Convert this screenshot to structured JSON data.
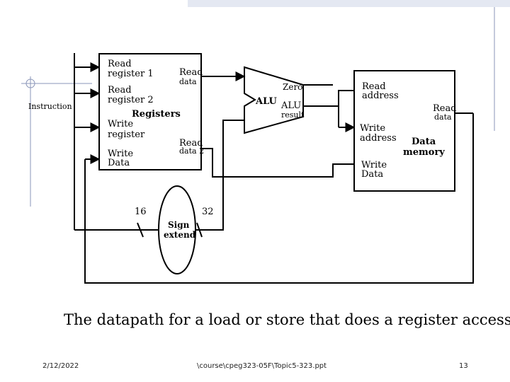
{
  "instruction_label": "Instruction",
  "registers": {
    "title": "Registers",
    "read_register_1": [
      "Read",
      "register 1"
    ],
    "read_register_2": [
      "Read",
      "register 2"
    ],
    "write_register": [
      "Write",
      "register"
    ],
    "write_data": [
      "Write",
      "Data"
    ],
    "read_data_1": [
      "Read",
      "data"
    ],
    "read_data_2": [
      "Read",
      "data 2"
    ]
  },
  "alu": {
    "name": "ALU",
    "zero": "Zero",
    "result": [
      "ALU",
      "result"
    ]
  },
  "data_memory": {
    "title": [
      "Data",
      "memory"
    ],
    "read_address": [
      "Read",
      "address"
    ],
    "write_address": [
      "Write",
      "address"
    ],
    "write_data": [
      "Write",
      "Data"
    ],
    "read_data": [
      "Read",
      "data"
    ]
  },
  "sign_extend": {
    "label": [
      "Sign",
      "extend"
    ],
    "input_width": "16",
    "output_width": "32"
  },
  "caption": "The datapath for a load or store that does a register access",
  "footer": {
    "date": "2/12/2022",
    "path": "\\course\\cpeg323-05F\\Topic5-323.ppt",
    "page": "13"
  },
  "colors": {
    "line": "#000000",
    "slide_decoration": "#8a95b8"
  }
}
